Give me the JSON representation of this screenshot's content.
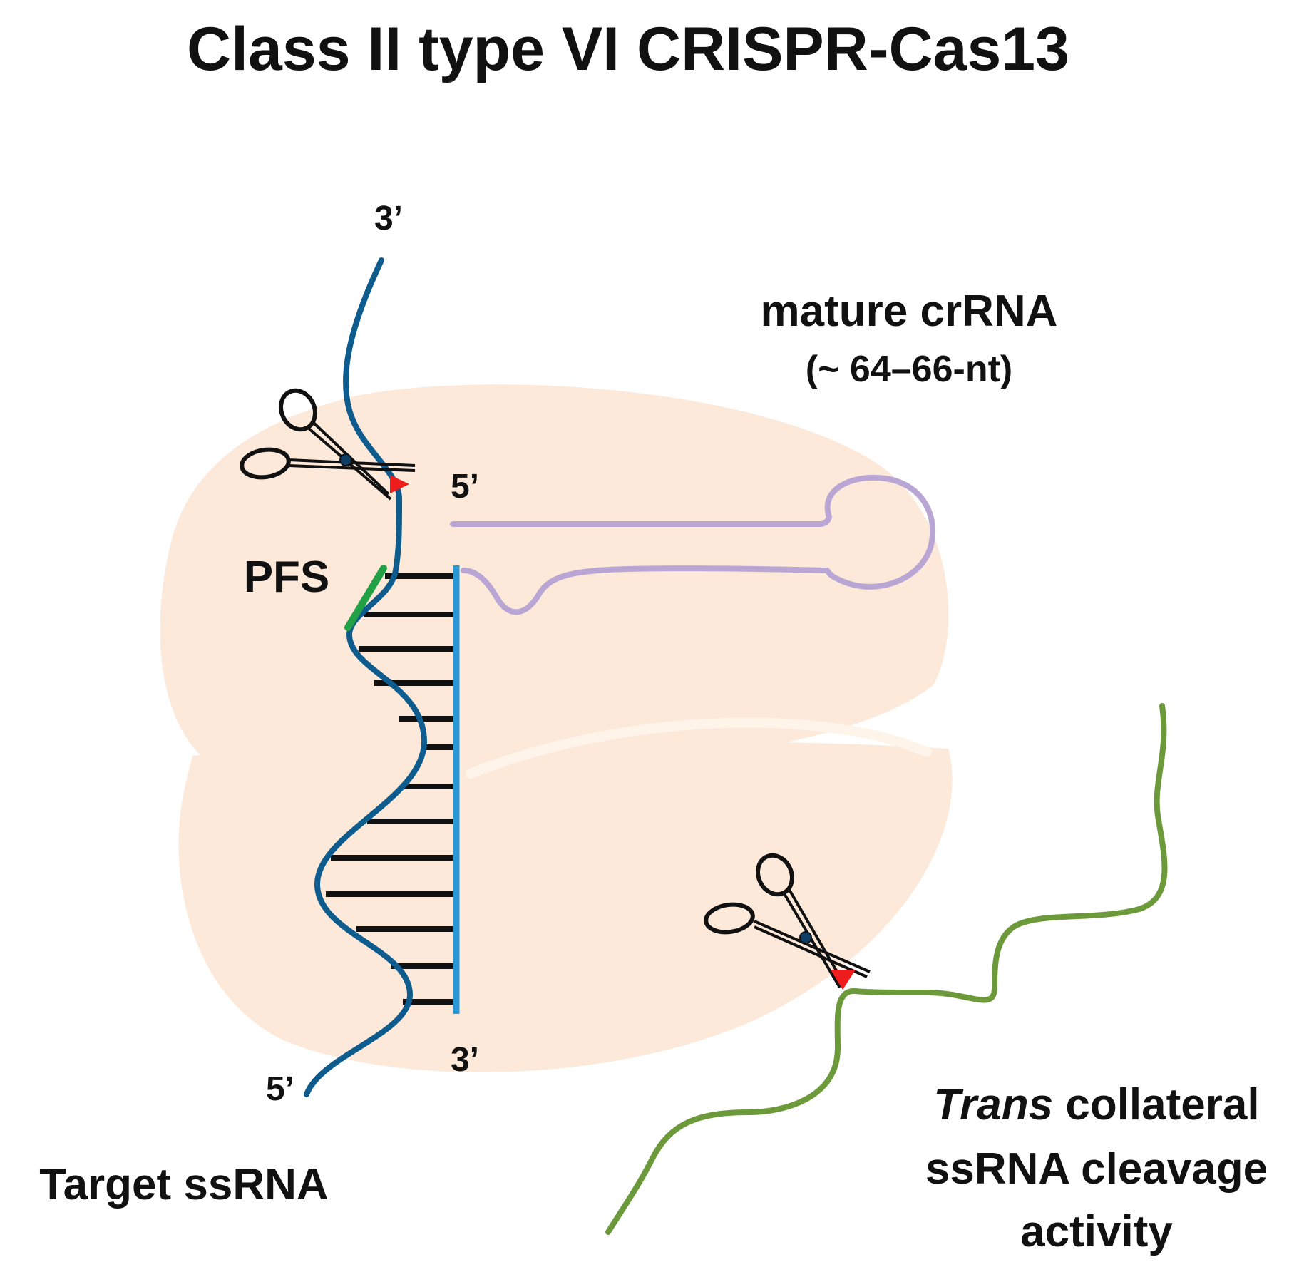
{
  "title": "Class II type VI CRISPR-Cas13",
  "labels": {
    "target_top_3prime": "3’",
    "target_bottom_5prime": "5’",
    "crrna_5prime": "5’",
    "crrna_3prime": "3’",
    "pfs": "PFS",
    "mature_crrna": "mature crRNA",
    "crrna_length": "(~ 64–66-nt)",
    "target_ssrna": "Target ssRNA",
    "trans_word": "Trans",
    "collateral_line1_rest": " collateral",
    "collateral_line2": "ssRNA cleavage",
    "collateral_line3": "activity"
  },
  "colors": {
    "cas13_protein": "#fde9da",
    "target_strand": "#0e5b8e",
    "crrna_spacer": "#2a96d6",
    "crrna_repeat": "#b9a6d4",
    "pfs": "#22a046",
    "collateral_rna": "#6c9a3a",
    "cleavage_site": "#ee1c1c",
    "base_pairs": "#111111"
  },
  "icons": [
    "scissors-icon",
    "cleavage-site-marker"
  ]
}
